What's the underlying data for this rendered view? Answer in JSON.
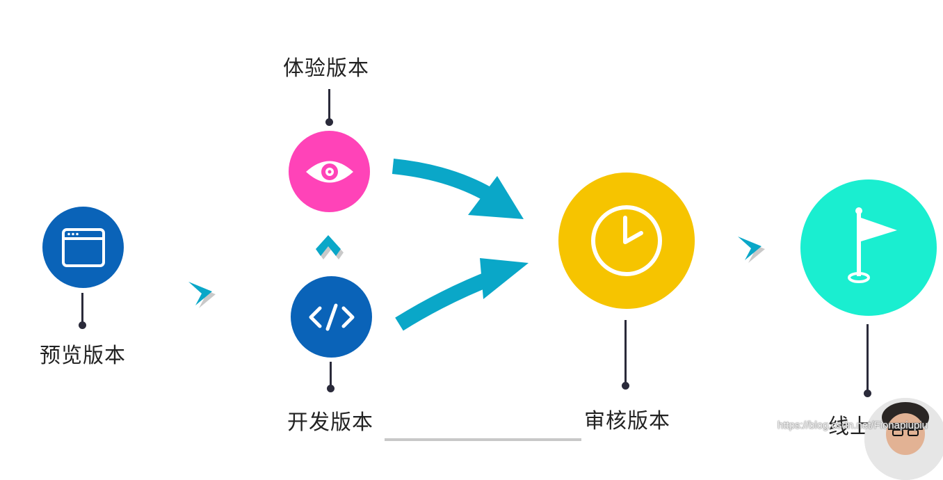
{
  "nodes": {
    "preview": {
      "label": "预览版本",
      "color": "#0a63b8",
      "icon": "browser-window-icon"
    },
    "experience": {
      "label": "体验版本",
      "color": "#ff43b8",
      "icon": "eye-icon"
    },
    "development": {
      "label": "开发版本",
      "color": "#0a63b8",
      "icon": "code-icon"
    },
    "review": {
      "label": "审核版本",
      "color": "#f6c400",
      "icon": "clock-icon"
    },
    "online": {
      "label": "线上",
      "color": "#1aeed0",
      "icon": "flag-icon"
    }
  },
  "arrow_color": "#0aa7c8",
  "watermark": "https://blog.csdn.net/Fionapiupiu"
}
